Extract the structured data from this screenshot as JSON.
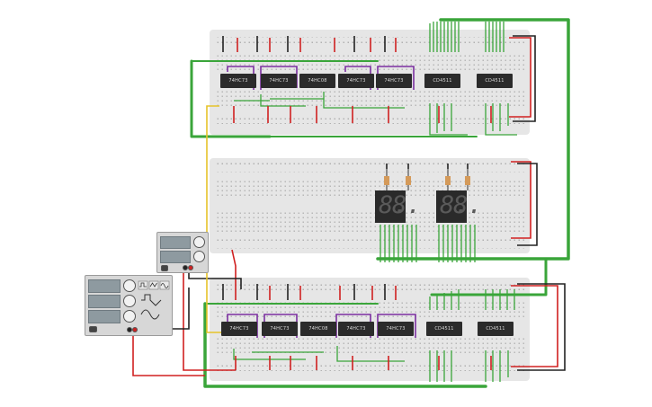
{
  "canvas": {
    "background": "#ffffff",
    "colors": {
      "board": "#e6e6e6",
      "chip": "#2b2b2b",
      "wire_green": "#3aa53a",
      "wire_red": "#d02020",
      "wire_black": "#222222",
      "wire_purple": "#7b2fa0",
      "wire_yellow": "#e6c32a",
      "display": "#2a2a2a"
    }
  },
  "top_board": {
    "chips": [
      {
        "label": "74HC73"
      },
      {
        "label": "74HC73"
      },
      {
        "label": "74HC08"
      },
      {
        "label": "74HC73"
      },
      {
        "label": "74HC73"
      },
      {
        "label": "CD4511"
      },
      {
        "label": "CD4511"
      }
    ]
  },
  "middle_board": {
    "displays": [
      {
        "digit": "8."
      },
      {
        "digit": "8."
      },
      {
        "digit": "8."
      },
      {
        "digit": "8."
      }
    ]
  },
  "bottom_board": {
    "chips": [
      {
        "label": "74HC73"
      },
      {
        "label": "74HC73"
      },
      {
        "label": "74HC08"
      },
      {
        "label": "74HC73"
      },
      {
        "label": "74HC73"
      },
      {
        "label": "CD4511"
      },
      {
        "label": "CD4511"
      }
    ]
  },
  "instruments": {
    "power_supply": {
      "icon": "power-supply-icon"
    },
    "function_generator": {
      "icons": [
        "square-wave-icon",
        "triangle-wave-icon",
        "sine-wave-icon"
      ]
    }
  }
}
